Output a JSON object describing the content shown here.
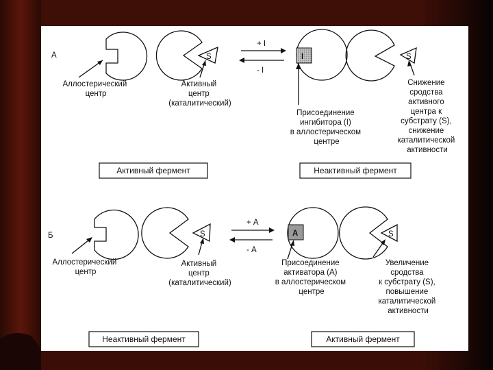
{
  "panelA": {
    "letter": "А",
    "arrow_forward": "+ I",
    "arrow_back": "- I",
    "substrate": "S",
    "substrate_right": "S",
    "inhibitor": "I",
    "allosteric_label": [
      "Аллостерический",
      "центр"
    ],
    "active_label": [
      "Активный",
      "центр",
      "(каталитический)"
    ],
    "binding_label": [
      "Присоединение",
      "ингибитора (I)",
      "в аллостерическом",
      "центре"
    ],
    "effect_label": [
      "Снижение",
      "сродства",
      "активного",
      "центра к",
      "субстрату (S),",
      "снижение",
      "каталитической",
      "активности"
    ],
    "box_left": "Активный фермент",
    "box_right": "Неактивный фермент"
  },
  "panelB": {
    "letter": "Б",
    "arrow_forward": "+ А",
    "arrow_back": "- А",
    "substrate": "S",
    "substrate_right": "S",
    "activator": "А",
    "allosteric_label": [
      "Аллостерический",
      "центр"
    ],
    "active_label": [
      "Активный",
      "центр",
      "(каталитический)"
    ],
    "binding_label": [
      "Присоединение",
      "активатора (А)",
      "в аллостерическом",
      "центре"
    ],
    "effect_label": [
      "Увеличение",
      "сродства",
      "к субстрату (S),",
      "повышение",
      "каталитической",
      "активности"
    ],
    "box_left": "Неактивный фермент",
    "box_right": "Активный фермент"
  },
  "colors": {
    "background": "#1a0806",
    "curtain": "#4a1208",
    "panel": "#ffffff",
    "ink": "#111111",
    "marker": "#9a9a9a"
  }
}
